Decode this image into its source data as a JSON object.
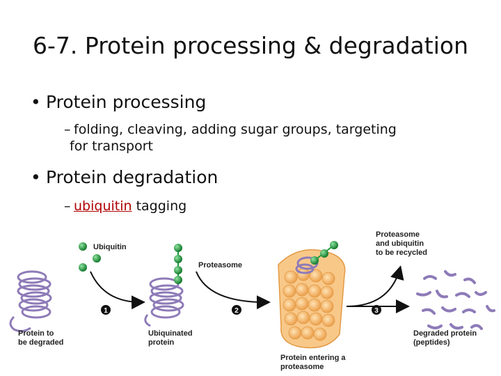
{
  "slide": {
    "title": "6-7. Protein processing & degradation",
    "bullets": [
      {
        "text": "Protein processing",
        "subs": [
          {
            "text": "folding, cleaving, adding sugar groups, targeting"
          },
          {
            "text": "for transport"
          }
        ]
      },
      {
        "text": "Protein degradation",
        "subs": [
          {
            "link_text": "ubiquitin",
            "rest_text": " tagging"
          }
        ]
      }
    ]
  },
  "figure": {
    "labels": {
      "ubiquitin": "Ubiquitin",
      "proteasome": "Proteasome",
      "recycled_1": "Proteasome",
      "recycled_2": "and ubiquitin",
      "recycled_3": "to be recycled",
      "protein_1": "Protein to",
      "protein_2": "be degraded",
      "ubiq_protein_1": "Ubiquinated",
      "ubiq_protein_2": "protein",
      "entering_1": "Protein entering a",
      "entering_2": "proteasome",
      "degraded_1": "Degraded protein",
      "degraded_2": "(peptides)"
    },
    "steps": [
      "1",
      "2",
      "3"
    ],
    "colors": {
      "protein": "#8e7bb8",
      "ubiquitin": "#1c9a3c",
      "proteasome": "#f5b76a",
      "arrow": "#111111"
    }
  }
}
